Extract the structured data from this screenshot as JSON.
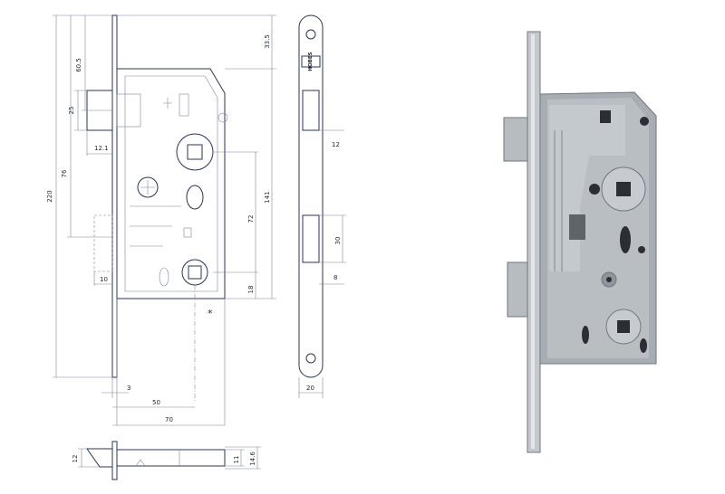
{
  "dimensions": {
    "d220": "220",
    "d76": "76",
    "d60_5": "60.5",
    "d25": "25",
    "d12_1": "12.1",
    "d10": "10",
    "d33_5": "33.5",
    "d141": "141",
    "d72": "72",
    "d18": "18",
    "d3": "3",
    "d50": "50",
    "d70": "70",
    "d12_front": "12",
    "d30": "30",
    "d8": "8",
    "d20": "20",
    "d12_bottom": "12",
    "d11": "11",
    "d14_6": "14.6"
  },
  "note_mark": "*",
  "brand_plate": "HOBES",
  "colors": {
    "line": "#2a3550",
    "metal": "#a7adb3",
    "metal_dark": "#6f767d"
  }
}
